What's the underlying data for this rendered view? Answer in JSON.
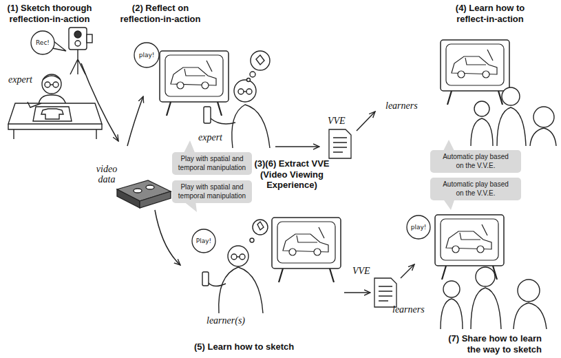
{
  "diagram": {
    "nodes": [
      {
        "text": [
          "Play with spatial and temporal manipulation"
        ]
      },
      {
        "text": [
          "Automatic play based on the V.V.E."
        ]
      },
      {
        "text": [
          "Play with spatial and temporal manipulation"
        ]
      },
      {
        "text": [
          "Automatic play based on the V.V.E."
        ]
      }
    ],
    "labels": [
      "(1) Sketch thorough reflection-in-action",
      "(2) Reflect on reflection-in-action",
      "(4) Learn how to reflect-in-action",
      "Rec!",
      "play!",
      "expert",
      "expert",
      "VVE",
      "learners",
      "(3)(6) Extract VVE (Video Viewing Experience)",
      "video data",
      "Play!",
      "VVE",
      "learner(s)",
      "play!",
      "learners",
      "(5) Learn how to sketch",
      "(7) Share how to learn the way to sketch"
    ]
  }
}
